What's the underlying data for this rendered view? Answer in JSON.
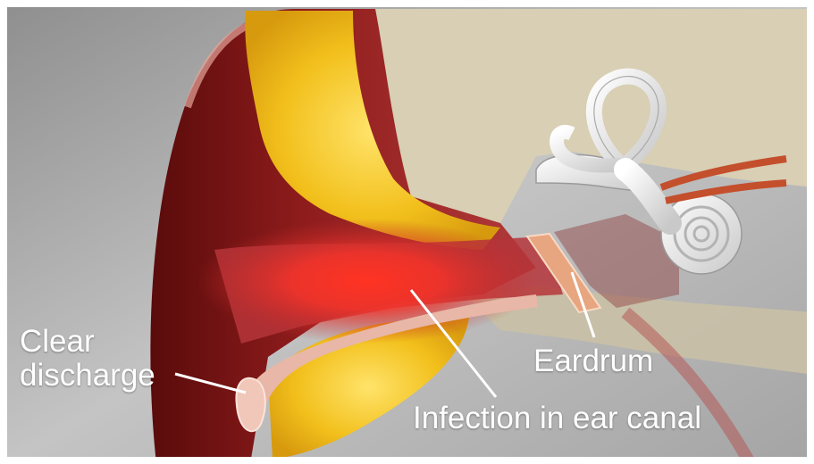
{
  "labels": {
    "clear_discharge_line1": "Clear",
    "clear_discharge_line2": "discharge",
    "eardrum": "Eardrum",
    "infection": "Infection in ear canal"
  },
  "colors": {
    "background": "#b9b9b9",
    "skin_dark": "#6e1010",
    "skin_mid": "#a02424",
    "cartilage_yellow": "#f1c21b",
    "bone": "#d9d2b8",
    "infection_red": "#ff2a1a",
    "eardrum": "#e7a580",
    "inner_ear": "#f2f2f2",
    "nerve": "#c44f2d",
    "label_text": "#ffffff"
  }
}
